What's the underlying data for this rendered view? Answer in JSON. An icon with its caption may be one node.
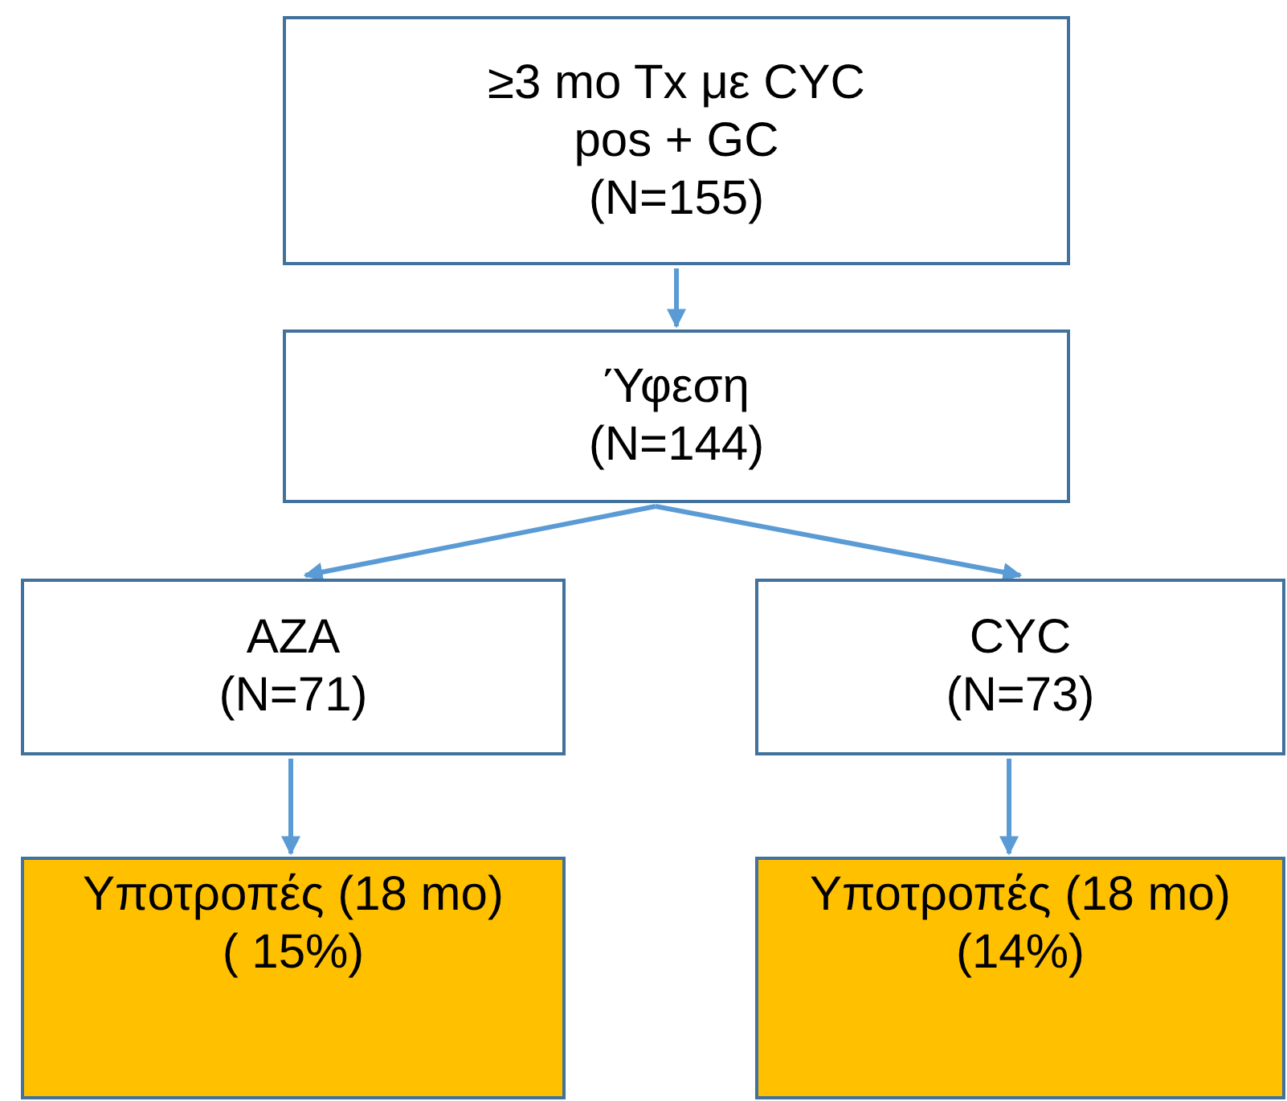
{
  "diagram": {
    "nodes": [
      {
        "text": [
          "≥3 mo Tx με CYC pos + GC",
          "(N=155)"
        ]
      },
      {
        "text": [
          "Ύφεση",
          "(N=144)"
        ]
      },
      {
        "text": [
          "AZA",
          "(N=71)"
        ]
      },
      {
        "text": [
          "CYC",
          "(N=73)"
        ]
      },
      {
        "text": [
          "Υποτροπές (18 mo)",
          "( 15%)"
        ]
      },
      {
        "text": [
          "Υποτροπές (18 mo)",
          "(14%)"
        ]
      }
    ],
    "edges": [
      {
        "from": 0,
        "to": 1,
        "arrow": "to"
      },
      {
        "from": 1,
        "to": 2,
        "arrow": "to"
      },
      {
        "from": 1,
        "to": 3,
        "arrow": "to"
      },
      {
        "from": 2,
        "to": 4,
        "arrow": "to"
      },
      {
        "from": 3,
        "to": 5,
        "arrow": "to"
      }
    ]
  }
}
